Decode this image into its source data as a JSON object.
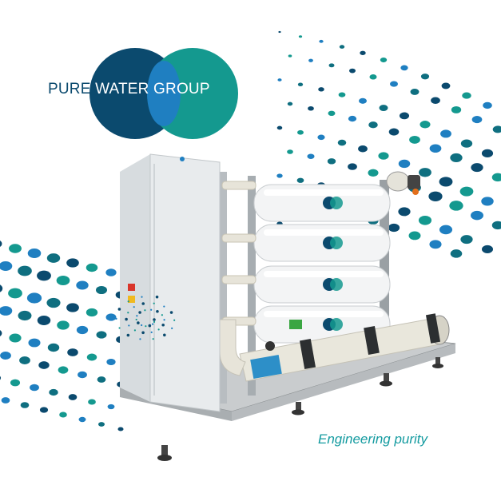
{
  "logo": {
    "text_part1": "PURE",
    "text_part2": " WATER GROUP",
    "colors": {
      "navy": "#0b4a6e",
      "teal": "#14998f",
      "blue": "#1f7fc1"
    }
  },
  "tagline": "Engineering purity",
  "accent_color": "#149ba0",
  "image": {
    "subject": "reverse-osmosis-water-treatment-skid",
    "membrane_vessels": 4
  }
}
